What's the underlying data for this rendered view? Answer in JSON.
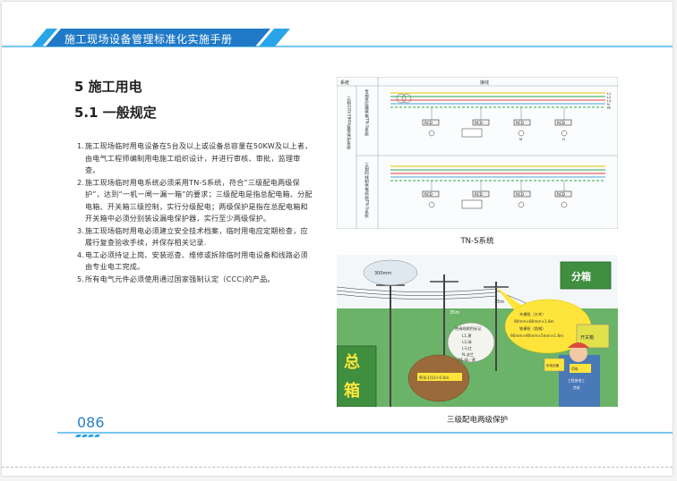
{
  "header": {
    "title": "施工现场设备管理标准化实施手册"
  },
  "section": {
    "title": "5 施工用电",
    "subtitle": "5.1 一般规定"
  },
  "items": [
    {
      "num": "1.",
      "text": "施工现场临时用电设备在5台及以上或设备总容量在50KW及以上者，由电气工程师编制用电施工组织设计，并进行审核、审批，监理审查。"
    },
    {
      "num": "2.",
      "text": "施工现场临时用电系统必须采用TN-S系统，符合“三级配电两级保护”，达到“一机一闸一漏一箱”的要求；三级配电是指总配电箱、分配电箱、开关箱三级控制，实行分级配电；两级保护是指在总配电箱和开关箱中必须分别装设漏电保护器，实行至少两级保护。"
    },
    {
      "num": "3.",
      "text": "施工现场临时用电必须建立安全技术档案，临时用电应定期检查，应履行复查验收手续，并保存相关记录."
    },
    {
      "num": "4.",
      "text": "电工必须持证上岗、安装巡查、维修或拆除临时用电设备和线路必须由专业电工完成。"
    },
    {
      "num": "5.",
      "text": "所有电气元件必须使用通过国家强制认定（CCC)的产品。"
    }
  ],
  "figure1": {
    "caption": "TN-S系统",
    "col_system": "系统",
    "col_wiring": "接线",
    "row1_label": "专用变压器供电TN-S系统",
    "row2_label": "三相四线制供电局部TN-S系统",
    "left_label": "三相220/380V接零保护系统",
    "box_rcd": "RCD",
    "box_m": "M",
    "box_h": "H",
    "bus_labels": [
      "L1",
      "L2",
      "L3",
      "N",
      "PE"
    ]
  },
  "figure2": {
    "caption": "三级配电两级保护",
    "dist_300": "300mm",
    "dist_35a": "35m",
    "dist_35b": "35m",
    "sub_box": "分箱",
    "main_box_1": "总",
    "main_box_2": "箱",
    "switch_box": "开关箱",
    "pole_spec_1": "木横担（方木）",
    "pole_spec_2": "90mm×80mm×1.8m",
    "pole_spec_3": "铁横担（角钢）",
    "pole_spec_4": "90mm×90mm×5mm×1.8m",
    "wire_title": "绝缘线颜色标记",
    "wire_l1": "L1,黄",
    "wire_l2": "L2,绿",
    "wire_l3": "L3,红",
    "wire_n": "N,淡兰",
    "wire_pe": "PE,绿／黄",
    "buried": "杆长1/10+0.6m",
    "worker_1": "用电",
    "worker_2": "工程由电工",
    "worker_3": "完成",
    "sign": "用电设备"
  },
  "footer": {
    "page_number": "086"
  },
  "colors": {
    "accent": "#29a4e8",
    "accent_dark": "#1f79c6",
    "page_num": "#2a7fc8"
  }
}
